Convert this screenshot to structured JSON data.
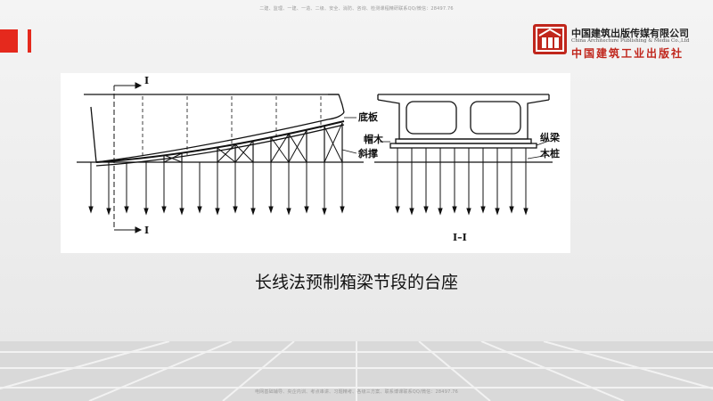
{
  "header": {
    "top_note": "二建、监理、一建、一造、二级、安全、消防、咨询、检测课程精研联系QQ/微信：28497.76"
  },
  "logo": {
    "icon": "cabp-logo-icon",
    "cn_name": "中国建筑出版传媒有限公司",
    "en_name": "China Architecture Publishing & Media Co.,Ltd",
    "cn_sub": "中国建筑工业出版社",
    "brand_color": "#c0261c"
  },
  "figure": {
    "section_top": "I",
    "section_bottom": "I",
    "label_dibian": "底板",
    "label_maomu": "帽木",
    "label_xiecheng": "斜撑",
    "label_zongliang": "纵梁",
    "label_muzhuang": "木桩",
    "label_section": "I–I"
  },
  "caption": "长线法预制箱梁节段的台座",
  "footer": {
    "bottom_note": "电网基础辅导、央企内训、考点串讲、习题精考、各级三方案、联系博课联系QQ/微信：28497.76"
  },
  "colors": {
    "accent_red": "#e5291d"
  }
}
